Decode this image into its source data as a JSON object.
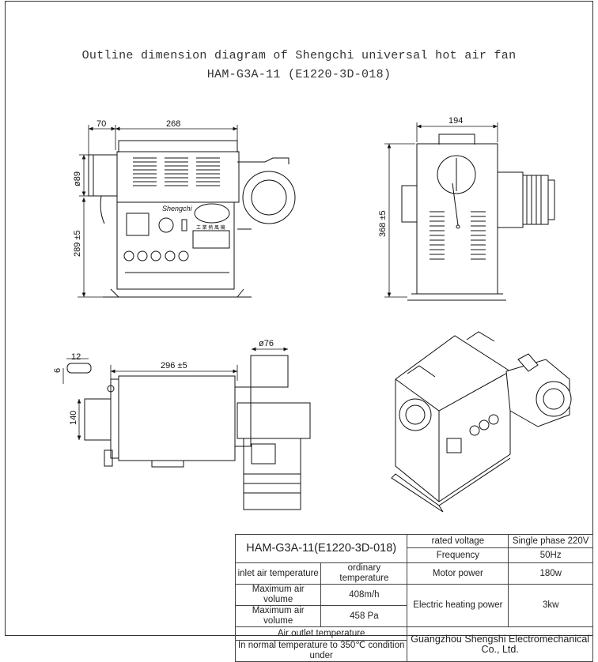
{
  "title": {
    "line1": "Outline dimension diagram of Shengchi universal hot air fan",
    "line2": "HAM-G3A-11 (E1220-3D-018)"
  },
  "dimensions": {
    "front_top_left": "70",
    "front_top_width": "268",
    "front_left_top": "ø89",
    "front_left_height": "289 ±5",
    "side_top_width": "194",
    "side_height": "368 ±5",
    "bottom_12": "12",
    "bottom_6": "6",
    "bottom_width": "296 ±5",
    "bottom_dia": "ø76",
    "bottom_140": "140"
  },
  "panel": {
    "brand": "Shengchi",
    "cn_brand": "工 業 熱 風 機"
  },
  "spec_table": {
    "model": "HAM-G3A-11(E1220-3D-018)",
    "rated_voltage_label": "rated voltage",
    "rated_voltage_value": "Single phase 220V",
    "frequency_label": "Frequency",
    "frequency_value": "50Hz",
    "inlet_label": "inlet air temperature",
    "inlet_value": "ordinary temperature",
    "motor_label": "Motor power",
    "motor_value": "180w",
    "volume_label_1": "Maximum air volume",
    "volume_value_1": "408m/h",
    "heating_label": "Electric heating power",
    "heating_value": "3kw",
    "volume_label_2": "Maximum air volume",
    "volume_value_2": "458 Pa",
    "outlet_label": "Air outlet temperature",
    "outlet_value": "In normal temperature to 350℃ condition under",
    "company": "Guangzhou Shengshi Electromechanical Co., Ltd."
  }
}
